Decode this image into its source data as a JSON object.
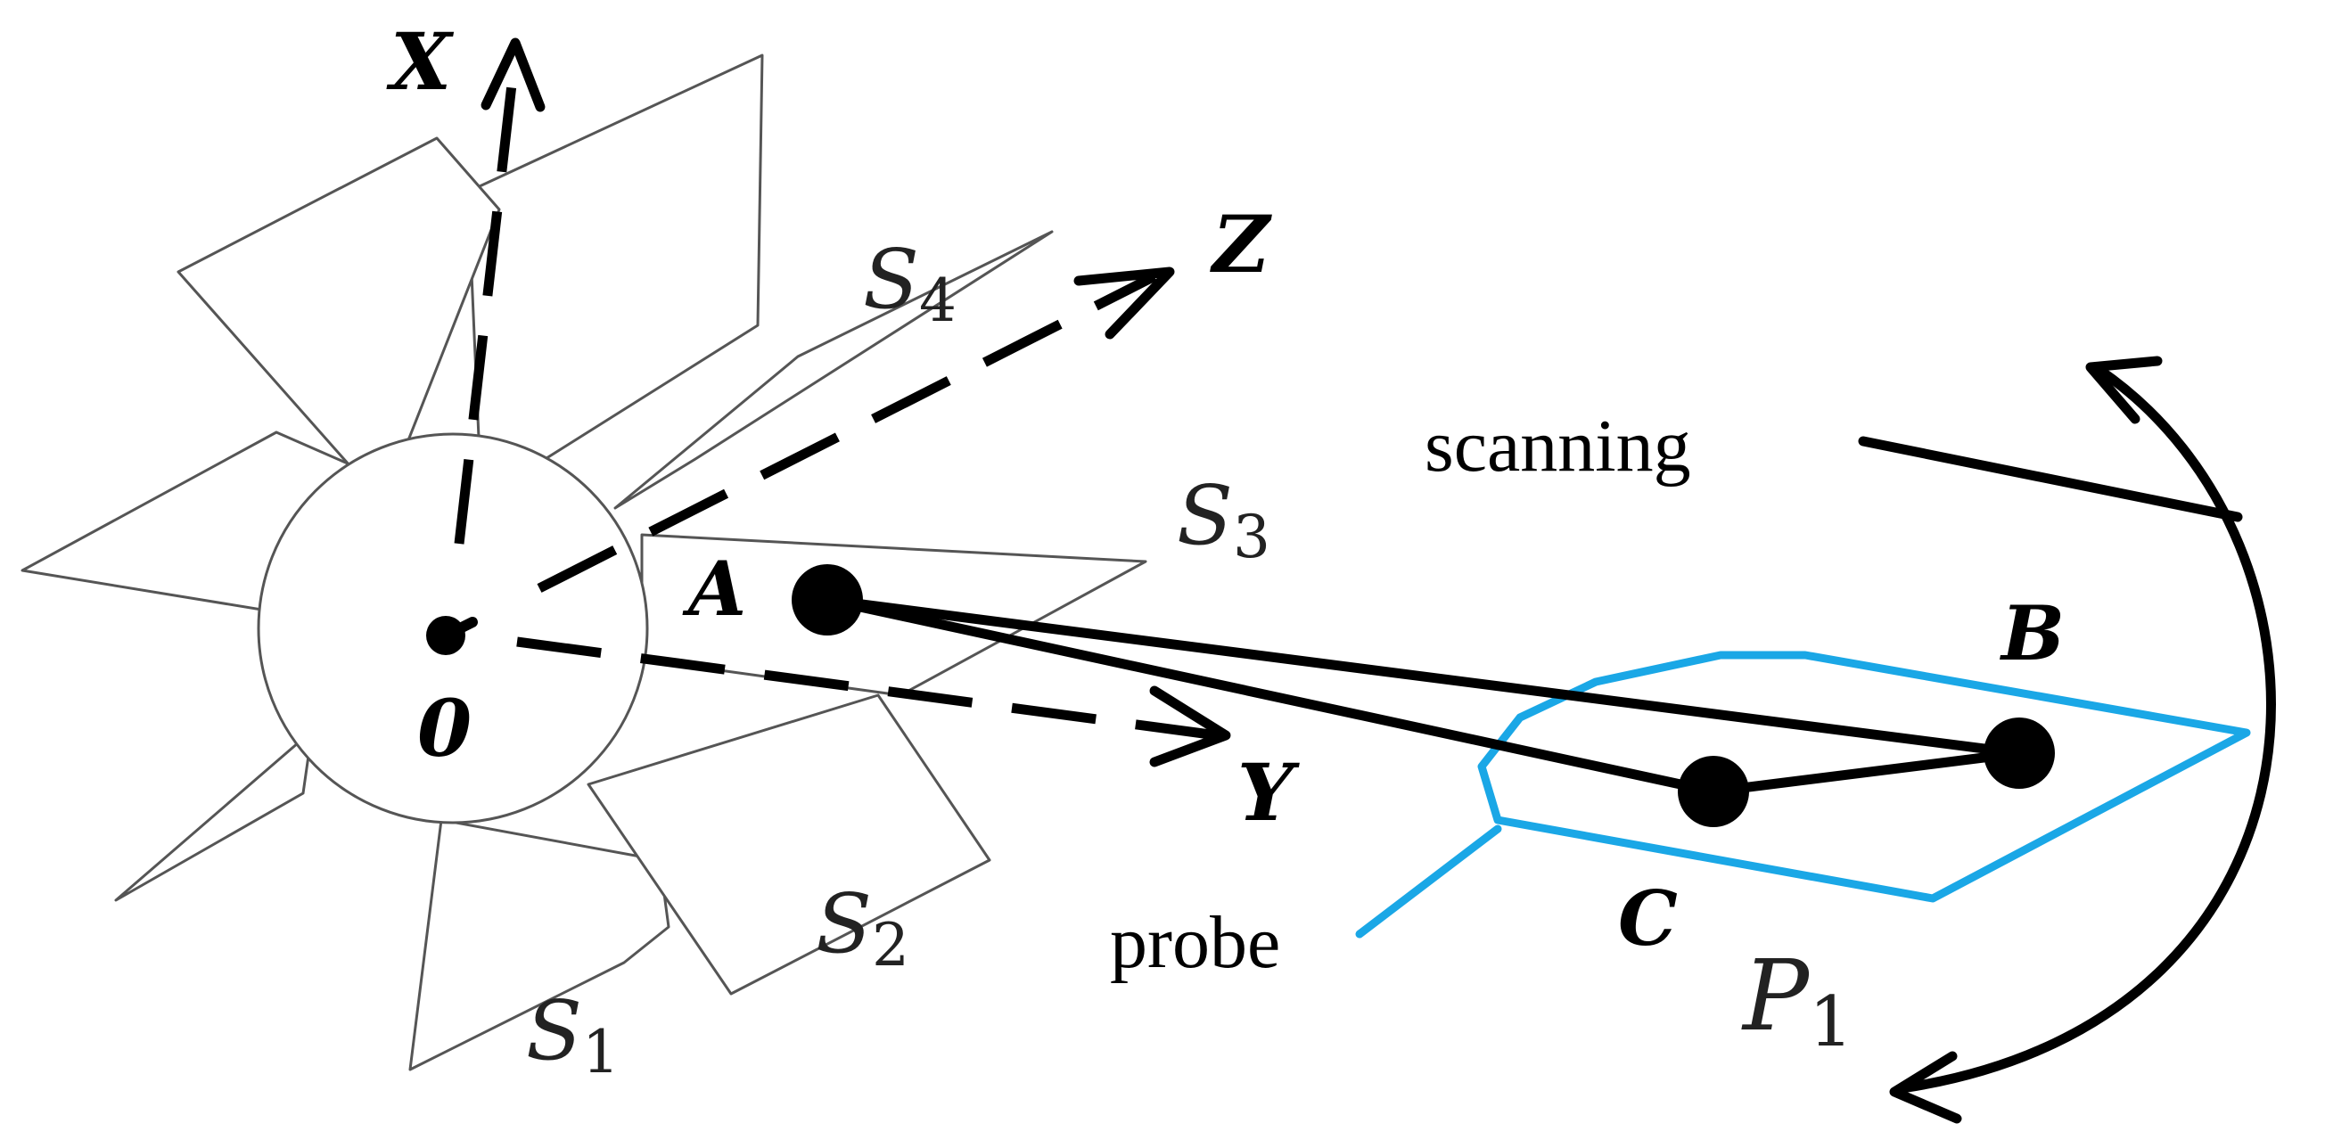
{
  "axes": {
    "x": "X",
    "y": "Y",
    "z": "Z"
  },
  "origin_label": "0",
  "surfaces": [
    {
      "letter": "S",
      "sub": "1"
    },
    {
      "letter": "S",
      "sub": "2"
    },
    {
      "letter": "S",
      "sub": "3"
    },
    {
      "letter": "S",
      "sub": "4"
    }
  ],
  "points": {
    "a": "A",
    "b": "B",
    "c": "C"
  },
  "plane": {
    "letter": "P",
    "sub": "1"
  },
  "labels": {
    "scanning": "scanning",
    "probe": "probe"
  },
  "colors": {
    "probe_outline": "#1aa7e6",
    "lines": "#000000",
    "blades": "#555555"
  },
  "icons": [
    "origin-dot",
    "joint-a",
    "joint-b",
    "joint-c",
    "scanning-arrow-icon"
  ]
}
